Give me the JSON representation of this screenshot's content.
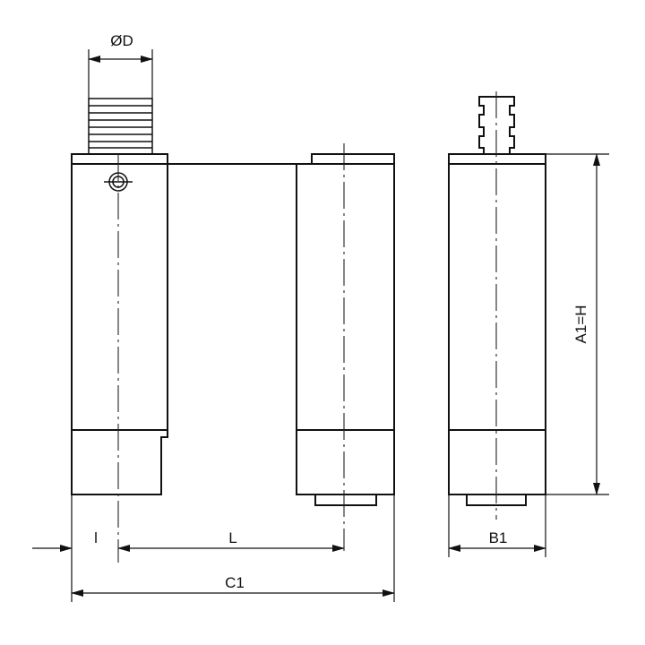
{
  "labels": {
    "dia_d": "ØD",
    "a1_h": "A1=H",
    "l_small": "l",
    "l_big": "L",
    "b1": "B1",
    "c1": "C1"
  }
}
